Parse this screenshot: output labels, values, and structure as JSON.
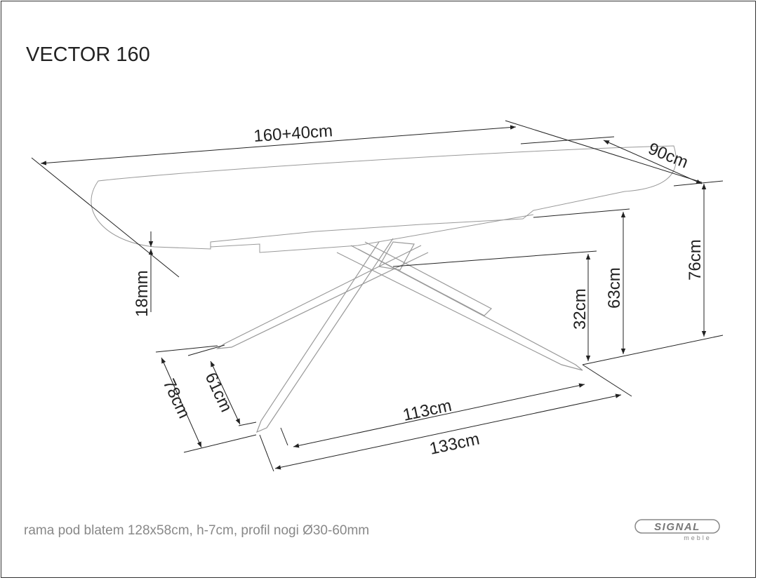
{
  "title": "VECTOR 160",
  "dimensions": {
    "length": "160+40cm",
    "width": "90cm",
    "height": "76cm",
    "frame_height": "63cm",
    "leg_height": "32cm",
    "top_thickness": "18mm",
    "leg_span_inner": "113cm",
    "leg_span_outer": "133cm",
    "leg_depth_inner": "61cm",
    "leg_depth_outer": "78cm"
  },
  "footer_note": "rama pod blatem 128x58cm, h-7cm, profil nogi Ø30-60mm",
  "logo": {
    "brand": "SIGNAL",
    "sub": "meble"
  }
}
